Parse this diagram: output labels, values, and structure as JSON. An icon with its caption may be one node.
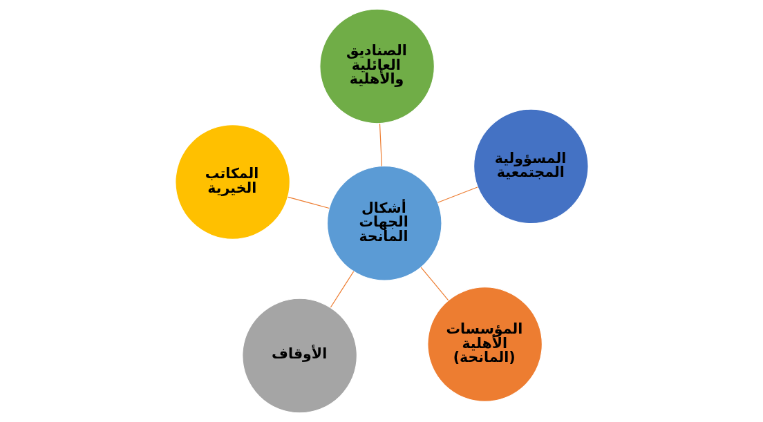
{
  "diagram": {
    "nodes": [
      {
        "text": [
          "أشكال الجهات المانحة"
        ]
      },
      {
        "text": [
          "المؤسسات الأهلية (المانحة)"
        ]
      },
      {
        "text": [
          "الأوقاف"
        ]
      },
      {
        "text": [
          "المكاتب الخيرية"
        ]
      },
      {
        "text": [
          "المسؤولية المجتمعية"
        ]
      },
      {
        "text": [
          "الصناديق العائلية والأهلية"
        ]
      }
    ],
    "edges": [
      {
        "from": 0,
        "to": 1,
        "arrow": "none"
      },
      {
        "from": 0,
        "to": 2,
        "arrow": "none"
      },
      {
        "from": 0,
        "to": 3,
        "arrow": "none"
      },
      {
        "from": 0,
        "to": 4,
        "arrow": "none"
      },
      {
        "from": 0,
        "to": 5,
        "arrow": "none"
      }
    ]
  }
}
